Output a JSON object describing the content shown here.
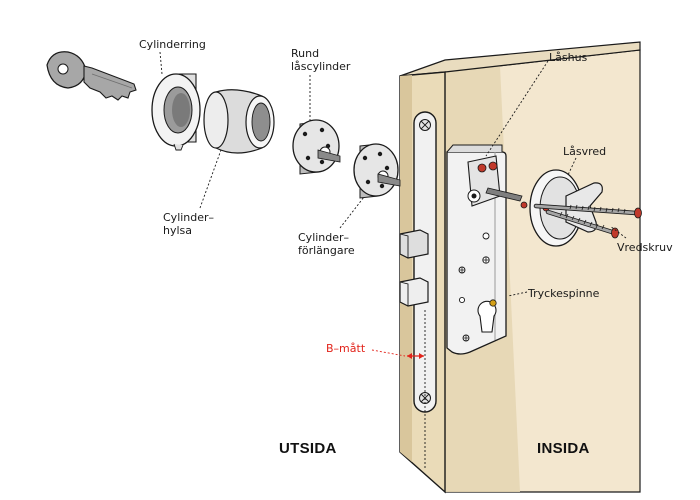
{
  "labels": {
    "cylinderring": "Cylinderring",
    "rund_line1": "Rund",
    "rund_line2": "låscylinder",
    "lashus": "Låshus",
    "lasvred": "Låsvred",
    "cylinderhylsa_line1": "Cylinder–",
    "cylinderhylsa_line2": "hylsa",
    "cylinderforlangare_line1": "Cylinder–",
    "cylinderforlangare_line2": "förlängare",
    "vredskruv": "Vredskruv",
    "tryckespinne": "Tryckespinne",
    "b_matt": "B–mått",
    "utsida": "UTSIDA",
    "insida": "INSIDA"
  },
  "colors": {
    "outline": "#1a1a1a",
    "metal_light": "#e9e9e9",
    "metal_mid": "#c8c8c8",
    "metal_dark": "#8a8a8a",
    "key": "#a7a7a7",
    "door_front": "#f3e7cf",
    "door_side": "#e6d6b3",
    "door_shadow": "#cdb98f",
    "accent_red": "#e2231a",
    "screw_head": "#c0392b"
  },
  "icons": {
    "key": "key-icon",
    "cylinder_ring": "cylinder-ring-icon",
    "cylinder_sleeve": "cylinder-sleeve-icon",
    "round_cylinder": "round-lock-cylinder-icon",
    "cylinder_extension": "cylinder-extension-icon",
    "lock_case": "lock-case-icon",
    "thumb_turn": "thumb-turn-icon",
    "screw": "screw-icon",
    "spindle": "handle-spindle-icon"
  }
}
